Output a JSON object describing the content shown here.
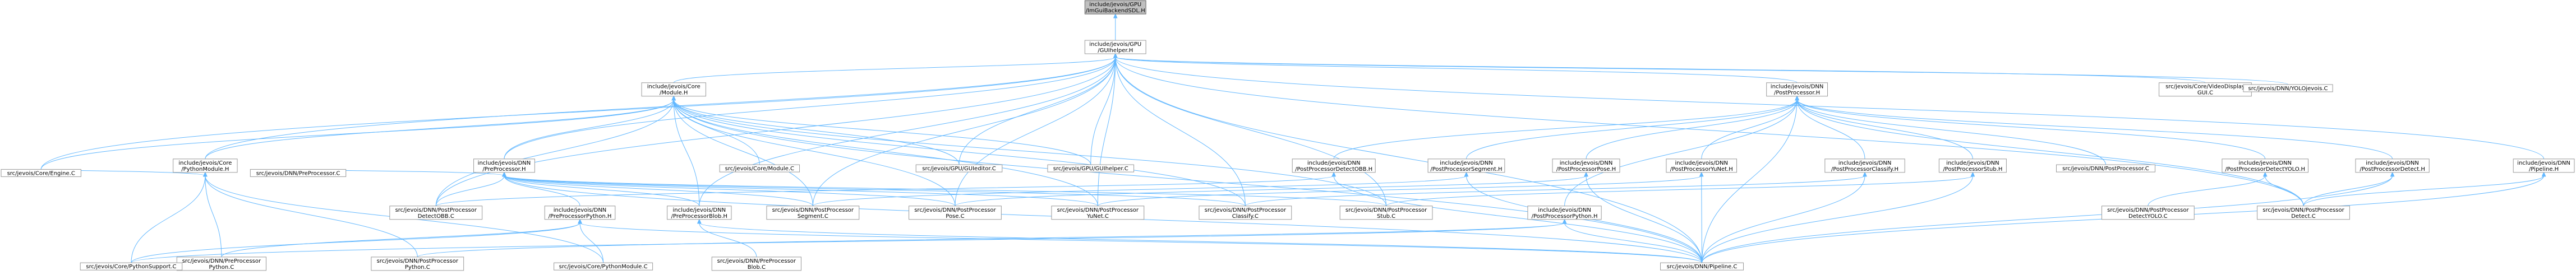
{
  "graph": {
    "root": "gpu_ImGuiBackendSDL",
    "colors": {
      "root_fill": "#bfbfbf",
      "node_fill": "#ffffff",
      "node_border": "#999999",
      "edge": "#63b8ff",
      "text": "#000000"
    },
    "nodes": [
      {
        "id": "gpu_ImGuiBackendSDL",
        "lines": [
          "include/jevois/GPU",
          "/ImGuiBackendSDL.H"
        ]
      },
      {
        "id": "gpu_GUIhelper_H",
        "lines": [
          "include/jevois/GPU",
          "/GUIhelper.H"
        ]
      },
      {
        "id": "core_Module_H",
        "lines": [
          "include/jevois/Core",
          "/Module.H"
        ]
      },
      {
        "id": "dnn_PostProcessor_H",
        "lines": [
          "include/jevois/DNN",
          "/PostProcessor.H"
        ]
      },
      {
        "id": "videodisplaygui_C",
        "lines": [
          "src/jevois/Core/VideoDisplay",
          "GUI.C"
        ]
      },
      {
        "id": "yolojevois_C",
        "lines": [
          "src/jevois/DNN/YOLOjevois.C"
        ]
      },
      {
        "id": "core_PythonModule_H",
        "lines": [
          "include/jevois/Core",
          "/PythonModule.H"
        ]
      },
      {
        "id": "dnn_PreProcessor_H",
        "lines": [
          "include/jevois/DNN",
          "/PreProcessor.H"
        ]
      },
      {
        "id": "core_Module_C",
        "lines": [
          "src/jevois/Core/Module.C"
        ]
      },
      {
        "id": "gpu_GUIeditor_C",
        "lines": [
          "src/jevois/GPU/GUIeditor.C"
        ]
      },
      {
        "id": "gpu_GUIhelper_C",
        "lines": [
          "src/jevois/GPU/GUIhelper.C"
        ]
      },
      {
        "id": "dnn_PPDetectOBB_H",
        "lines": [
          "include/jevois/DNN",
          "/PostProcessorDetectOBB.H"
        ]
      },
      {
        "id": "dnn_PPSegment_H",
        "lines": [
          "include/jevois/DNN",
          "/PostProcessorSegment.H"
        ]
      },
      {
        "id": "dnn_PPPose_H",
        "lines": [
          "include/jevois/DNN",
          "/PostProcessorPose.H"
        ]
      },
      {
        "id": "dnn_PPYuNet_H",
        "lines": [
          "include/jevois/DNN",
          "/PostProcessorYuNet.H"
        ]
      },
      {
        "id": "dnn_PPClassify_H",
        "lines": [
          "include/jevois/DNN",
          "/PostProcessorClassify.H"
        ]
      },
      {
        "id": "dnn_PPStub_H",
        "lines": [
          "include/jevois/DNN",
          "/PostProcessorStub.H"
        ]
      },
      {
        "id": "dnn_PostProcessor_C",
        "lines": [
          "src/jevois/DNN/PostProcessor.C"
        ]
      },
      {
        "id": "dnn_PPDetectYOLO_H",
        "lines": [
          "include/jevois/DNN",
          "/PostProcessorDetectYOLO.H"
        ]
      },
      {
        "id": "dnn_PPDetect_H",
        "lines": [
          "include/jevois/DNN",
          "/PostProcessorDetect.H"
        ]
      },
      {
        "id": "dnn_Pipeline_H",
        "lines": [
          "include/jevois/DNN",
          "/Pipeline.H"
        ]
      },
      {
        "id": "core_Engine_C",
        "lines": [
          "src/jevois/Core/Engine.C"
        ]
      },
      {
        "id": "dnn_PreProcessor_C",
        "lines": [
          "src/jevois/DNN/PreProcessor.C"
        ]
      },
      {
        "id": "dnn_PPDetectOBB_C",
        "lines": [
          "src/jevois/DNN/PostProcessor",
          "DetectOBB.C"
        ]
      },
      {
        "id": "dnn_PreProcessorPython_H",
        "lines": [
          "include/jevois/DNN",
          "/PreProcessorPython.H"
        ]
      },
      {
        "id": "dnn_PreProcessorBlob_H",
        "lines": [
          "include/jevois/DNN",
          "/PreProcessorBlob.H"
        ]
      },
      {
        "id": "dnn_PPSegment_C",
        "lines": [
          "src/jevois/DNN/PostProcessor",
          "Segment.C"
        ]
      },
      {
        "id": "dnn_PPPose_C",
        "lines": [
          "src/jevois/DNN/PostProcessor",
          "Pose.C"
        ]
      },
      {
        "id": "dnn_PPYuNet_C",
        "lines": [
          "src/jevois/DNN/PostProcessor",
          "YuNet.C"
        ]
      },
      {
        "id": "dnn_PPClassify_C",
        "lines": [
          "src/jevois/DNN/PostProcessor",
          "Classify.C"
        ]
      },
      {
        "id": "dnn_PPStub_C",
        "lines": [
          "src/jevois/DNN/PostProcessor",
          "Stub.C"
        ]
      },
      {
        "id": "dnn_PPPython_H",
        "lines": [
          "include/jevois/DNN",
          "/PostProcessorPython.H"
        ]
      },
      {
        "id": "dnn_PPDetectYOLO_C",
        "lines": [
          "src/jevois/DNN/PostProcessor",
          "DetectYOLO.C"
        ]
      },
      {
        "id": "dnn_PPDetect_C",
        "lines": [
          "src/jevois/DNN/PostProcessor",
          "Detect.C"
        ]
      },
      {
        "id": "dnn_PreProcessorPython_C",
        "lines": [
          "src/jevois/DNN/PreProcessor",
          "Python.C"
        ]
      },
      {
        "id": "core_PythonSupport_C",
        "lines": [
          "src/jevois/Core/PythonSupport.C"
        ]
      },
      {
        "id": "dnn_PPPython_C",
        "lines": [
          "src/jevois/DNN/PostProcessor",
          "Python.C"
        ]
      },
      {
        "id": "core_PythonModule_C",
        "lines": [
          "src/jevois/Core/PythonModule.C"
        ]
      },
      {
        "id": "dnn_PreProcessorBlob_C",
        "lines": [
          "src/jevois/DNN/PreProcessor",
          "Blob.C"
        ]
      },
      {
        "id": "dnn_Pipeline_C",
        "lines": [
          "src/jevois/DNN/Pipeline.C"
        ]
      }
    ],
    "edges": [
      [
        "gpu_ImGuiBackendSDL",
        "gpu_GUIhelper_H"
      ],
      [
        "gpu_GUIhelper_H",
        "core_Module_H"
      ],
      [
        "gpu_GUIhelper_H",
        "dnn_PostProcessor_H"
      ],
      [
        "gpu_GUIhelper_H",
        "videodisplaygui_C"
      ],
      [
        "gpu_GUIhelper_H",
        "yolojevois_C"
      ],
      [
        "gpu_GUIhelper_H",
        "core_PythonModule_H"
      ],
      [
        "gpu_GUIhelper_H",
        "dnn_PreProcessor_H"
      ],
      [
        "gpu_GUIhelper_H",
        "gpu_GUIeditor_C"
      ],
      [
        "gpu_GUIhelper_H",
        "gpu_GUIhelper_C"
      ],
      [
        "gpu_GUIhelper_H",
        "dnn_Pipeline_H"
      ],
      [
        "gpu_GUIhelper_H",
        "core_Engine_C"
      ],
      [
        "gpu_GUIhelper_H",
        "dnn_PPDetectOBB_C"
      ],
      [
        "gpu_GUIhelper_H",
        "dnn_PPSegment_C"
      ],
      [
        "gpu_GUIhelper_H",
        "dnn_PPPose_C"
      ],
      [
        "gpu_GUIhelper_H",
        "dnn_PPYuNet_C"
      ],
      [
        "gpu_GUIhelper_H",
        "dnn_PPClassify_C"
      ],
      [
        "gpu_GUIhelper_H",
        "dnn_PPStub_C"
      ],
      [
        "gpu_GUIhelper_H",
        "dnn_PPDetect_C"
      ],
      [
        "gpu_GUIhelper_H",
        "dnn_PreProcessorBlob_H"
      ],
      [
        "gpu_GUIhelper_H",
        "dnn_Pipeline_C"
      ],
      [
        "core_Module_H",
        "core_PythonModule_H"
      ],
      [
        "core_Module_H",
        "dnn_PreProcessor_H"
      ],
      [
        "core_Module_H",
        "core_Module_C"
      ],
      [
        "core_Module_H",
        "gpu_GUIeditor_C"
      ],
      [
        "core_Module_H",
        "gpu_GUIhelper_C"
      ],
      [
        "core_Module_H",
        "core_Engine_C"
      ],
      [
        "core_Module_H",
        "dnn_PPDetectOBB_C"
      ],
      [
        "core_Module_H",
        "dnn_PPSegment_C"
      ],
      [
        "core_Module_H",
        "dnn_PPPose_C"
      ],
      [
        "core_Module_H",
        "dnn_PPYuNet_C"
      ],
      [
        "core_Module_H",
        "dnn_PPClassify_C"
      ],
      [
        "core_Module_H",
        "dnn_PPStub_C"
      ],
      [
        "core_Module_H",
        "dnn_PreProcessorBlob_H"
      ],
      [
        "core_Module_H",
        "dnn_Pipeline_C"
      ],
      [
        "dnn_PostProcessor_H",
        "dnn_PPDetectOBB_H"
      ],
      [
        "dnn_PostProcessor_H",
        "dnn_PPSegment_H"
      ],
      [
        "dnn_PostProcessor_H",
        "dnn_PPPose_H"
      ],
      [
        "dnn_PostProcessor_H",
        "dnn_PPYuNet_H"
      ],
      [
        "dnn_PostProcessor_H",
        "dnn_PPClassify_H"
      ],
      [
        "dnn_PostProcessor_H",
        "dnn_PPStub_H"
      ],
      [
        "dnn_PostProcessor_H",
        "dnn_PostProcessor_C"
      ],
      [
        "dnn_PostProcessor_H",
        "dnn_PPDetectYOLO_H"
      ],
      [
        "dnn_PostProcessor_H",
        "dnn_PPDetect_H"
      ],
      [
        "dnn_PostProcessor_H",
        "dnn_PPPython_H"
      ],
      [
        "dnn_PostProcessor_H",
        "dnn_Pipeline_C"
      ],
      [
        "dnn_PostProcessor_H",
        "dnn_PPDetect_C"
      ],
      [
        "core_PythonModule_H",
        "core_Engine_C"
      ],
      [
        "core_PythonModule_H",
        "core_PythonSupport_C"
      ],
      [
        "core_PythonModule_H",
        "dnn_PreProcessorPython_C"
      ],
      [
        "core_PythonModule_H",
        "core_PythonModule_C"
      ],
      [
        "core_PythonModule_H",
        "dnn_PPPython_C"
      ],
      [
        "dnn_PreProcessor_H",
        "dnn_PreProcessor_C"
      ],
      [
        "dnn_PreProcessor_H",
        "dnn_PreProcessorPython_H"
      ],
      [
        "dnn_PreProcessor_H",
        "dnn_PreProcessorBlob_H"
      ],
      [
        "dnn_PreProcessor_H",
        "dnn_PPDetectOBB_C"
      ],
      [
        "dnn_PreProcessor_H",
        "dnn_PPSegment_C"
      ],
      [
        "dnn_PreProcessor_H",
        "dnn_PPPose_C"
      ],
      [
        "dnn_PreProcessor_H",
        "dnn_PPYuNet_C"
      ],
      [
        "dnn_PreProcessor_H",
        "dnn_PPClassify_C"
      ],
      [
        "dnn_PreProcessor_H",
        "dnn_PPStub_C"
      ],
      [
        "dnn_PreProcessor_H",
        "dnn_Pipeline_C"
      ],
      [
        "dnn_PPDetectOBB_H",
        "dnn_PPDetectOBB_C"
      ],
      [
        "dnn_PPDetectOBB_H",
        "dnn_Pipeline_C"
      ],
      [
        "dnn_PPSegment_H",
        "dnn_PPSegment_C"
      ],
      [
        "dnn_PPSegment_H",
        "dnn_Pipeline_C"
      ],
      [
        "dnn_PPPose_H",
        "dnn_PPPose_C"
      ],
      [
        "dnn_PPPose_H",
        "dnn_Pipeline_C"
      ],
      [
        "dnn_PPYuNet_H",
        "dnn_PPYuNet_C"
      ],
      [
        "dnn_PPYuNet_H",
        "dnn_Pipeline_C"
      ],
      [
        "dnn_PPClassify_H",
        "dnn_PPClassify_C"
      ],
      [
        "dnn_PPClassify_H",
        "dnn_Pipeline_C"
      ],
      [
        "dnn_PPStub_H",
        "dnn_PPStub_C"
      ],
      [
        "dnn_PPStub_H",
        "dnn_Pipeline_C"
      ],
      [
        "dnn_PPDetectYOLO_H",
        "dnn_PPDetectYOLO_C"
      ],
      [
        "dnn_PPDetectYOLO_H",
        "dnn_PPDetect_C"
      ],
      [
        "dnn_PPDetect_H",
        "dnn_PPDetect_C"
      ],
      [
        "dnn_PPDetect_H",
        "dnn_Pipeline_C"
      ],
      [
        "dnn_Pipeline_H",
        "dnn_Pipeline_C"
      ],
      [
        "dnn_Pipeline_H",
        "dnn_PPDetect_C"
      ],
      [
        "dnn_PreProcessorPython_H",
        "dnn_PreProcessorPython_C"
      ],
      [
        "dnn_PreProcessorPython_H",
        "core_PythonSupport_C"
      ],
      [
        "dnn_PreProcessorPython_H",
        "core_PythonModule_C"
      ],
      [
        "dnn_PreProcessorPython_H",
        "dnn_Pipeline_C"
      ],
      [
        "dnn_PreProcessorBlob_H",
        "dnn_PreProcessorBlob_C"
      ],
      [
        "dnn_PreProcessorBlob_H",
        "dnn_Pipeline_C"
      ],
      [
        "dnn_PPPython_H",
        "dnn_PPPython_C"
      ],
      [
        "dnn_PPPython_H",
        "dnn_Pipeline_C"
      ],
      [
        "dnn_PPPython_H",
        "core_PythonSupport_C"
      ]
    ]
  }
}
